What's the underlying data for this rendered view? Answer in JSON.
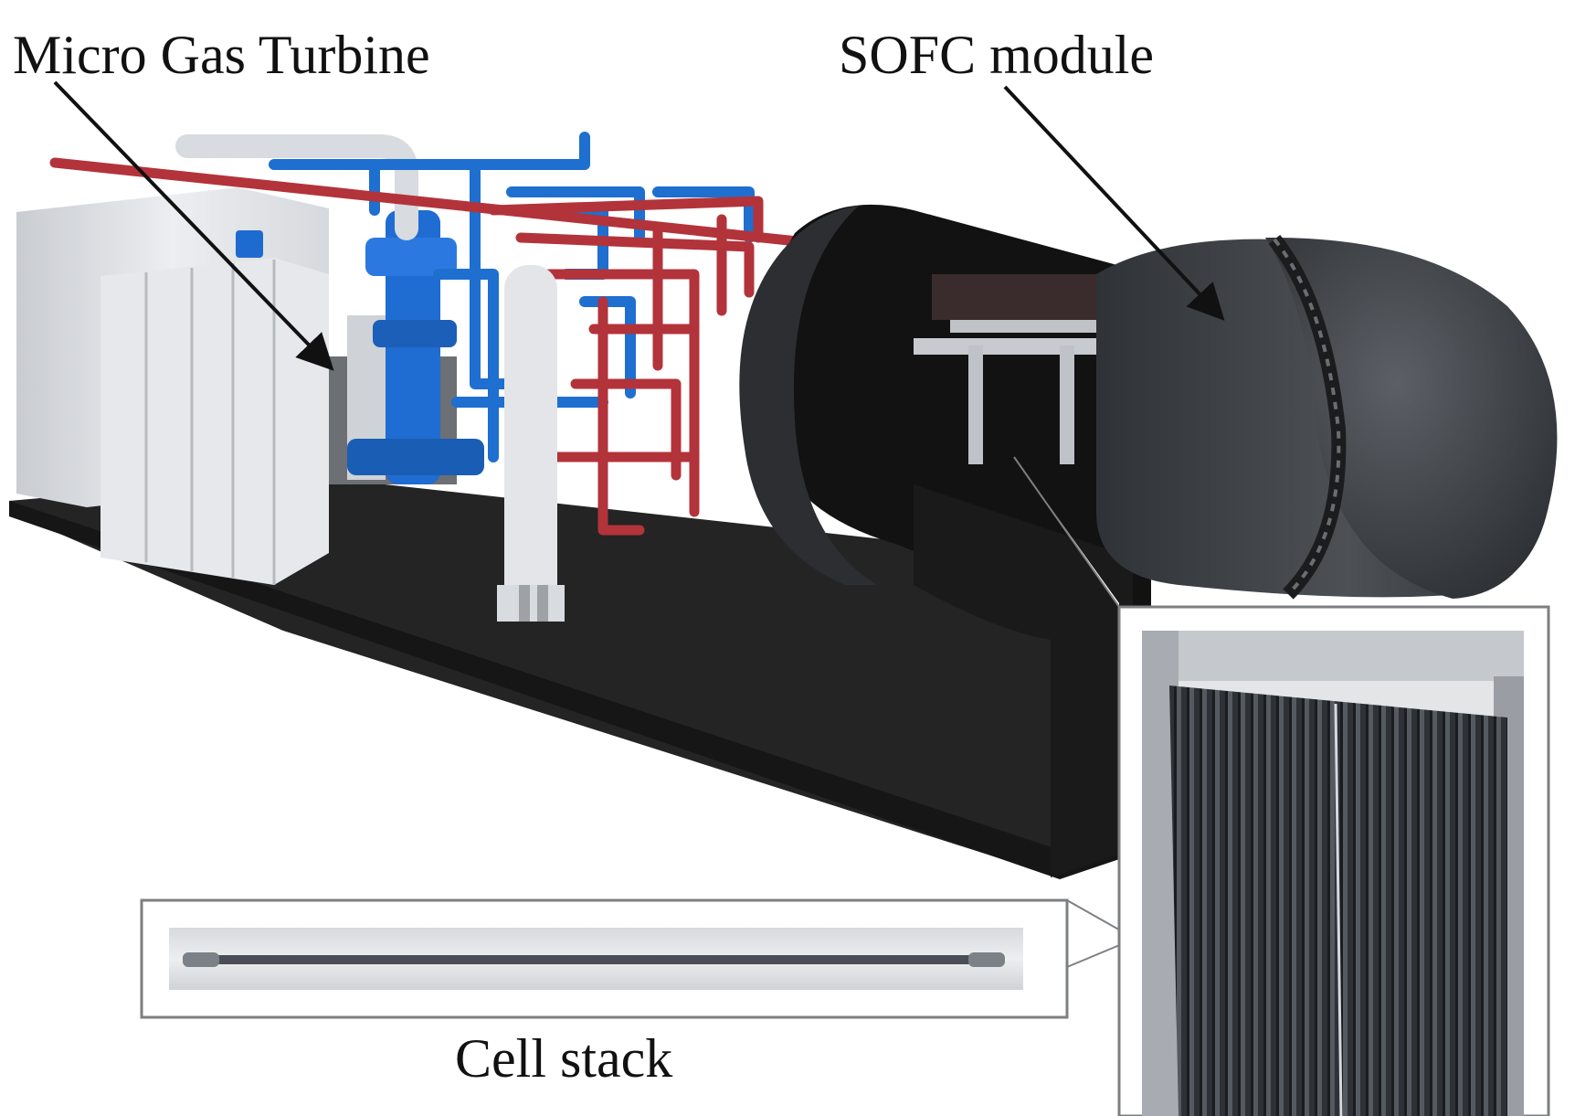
{
  "labels": {
    "micro_gas_turbine": "Micro Gas Turbine",
    "sofc_module": "SOFC module",
    "cell_stack": "Cell stack"
  },
  "colors": {
    "base": "#232323",
    "blue_piping": "#1e6fd0",
    "red_piping": "#b3333b",
    "cabinet": "#dfe2e6",
    "vessel": "#3a3d42",
    "cell_tube": "#2a2d32"
  },
  "icons": [
    "arrow-icon"
  ]
}
